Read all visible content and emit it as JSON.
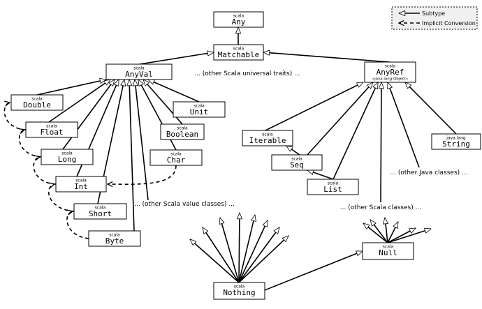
{
  "diagram": {
    "nodes": [
      {
        "id": "any",
        "pkg": "scala",
        "name": "Any"
      },
      {
        "id": "matchable",
        "pkg": "scala",
        "name": "Matchable"
      },
      {
        "id": "anyval",
        "pkg": "scala",
        "name": "AnyVal"
      },
      {
        "id": "anyref",
        "pkg": "scala",
        "name": "AnyRef",
        "sub": "«java.lang.Object»"
      },
      {
        "id": "double",
        "pkg": "scala",
        "name": "Double"
      },
      {
        "id": "float",
        "pkg": "scala",
        "name": "Float"
      },
      {
        "id": "long",
        "pkg": "scala",
        "name": "Long"
      },
      {
        "id": "int",
        "pkg": "scala",
        "name": "Int"
      },
      {
        "id": "short",
        "pkg": "scala",
        "name": "Short"
      },
      {
        "id": "byte",
        "pkg": "scala",
        "name": "Byte"
      },
      {
        "id": "unit",
        "pkg": "scala",
        "name": "Unit"
      },
      {
        "id": "boolean",
        "pkg": "scala",
        "name": "Boolean"
      },
      {
        "id": "char",
        "pkg": "scala",
        "name": "Char"
      },
      {
        "id": "iterable",
        "pkg": "scala",
        "name": "Iterable"
      },
      {
        "id": "seq",
        "pkg": "scala",
        "name": "Seq"
      },
      {
        "id": "list",
        "pkg": "scala",
        "name": "List"
      },
      {
        "id": "string",
        "pkg": "java.lang",
        "name": "String"
      },
      {
        "id": "nothing",
        "pkg": "scala",
        "name": "Nothing"
      },
      {
        "id": "null",
        "pkg": "scala",
        "name": "Null"
      }
    ],
    "notes": {
      "universal": "... (other Scala universal traits) ...",
      "value_classes": "... (other Scala value classes) ...",
      "java_classes": "... (other Java classes) ...",
      "scala_classes": "... (other Scala classes) ..."
    },
    "subtype_edges": [
      [
        "matchable",
        "any"
      ],
      [
        "anyval",
        "matchable"
      ],
      [
        "anyref",
        "matchable"
      ],
      [
        "double",
        "anyval"
      ],
      [
        "float",
        "anyval"
      ],
      [
        "long",
        "anyval"
      ],
      [
        "int",
        "anyval"
      ],
      [
        "short",
        "anyval"
      ],
      [
        "byte",
        "anyval"
      ],
      [
        "unit",
        "anyval"
      ],
      [
        "boolean",
        "anyval"
      ],
      [
        "char",
        "anyval"
      ],
      [
        "value_classes",
        "anyval"
      ],
      [
        "iterable",
        "anyref"
      ],
      [
        "seq",
        "anyref"
      ],
      [
        "list",
        "anyref"
      ],
      [
        "string",
        "anyref"
      ],
      [
        "java_classes",
        "anyref"
      ],
      [
        "scala_classes",
        "anyref"
      ],
      [
        "seq",
        "iterable"
      ],
      [
        "list",
        "seq"
      ]
    ],
    "implicit_conversions": [
      [
        "float",
        "double"
      ],
      [
        "long",
        "float"
      ],
      [
        "int",
        "long"
      ],
      [
        "short",
        "int"
      ],
      [
        "byte",
        "short"
      ],
      [
        "char",
        "int"
      ]
    ],
    "nothing_arrow_count": 8,
    "null_arrow_count": 6
  },
  "legend": {
    "subtype": "Subtype",
    "implicit_conversion": "Implicit Conversion"
  }
}
